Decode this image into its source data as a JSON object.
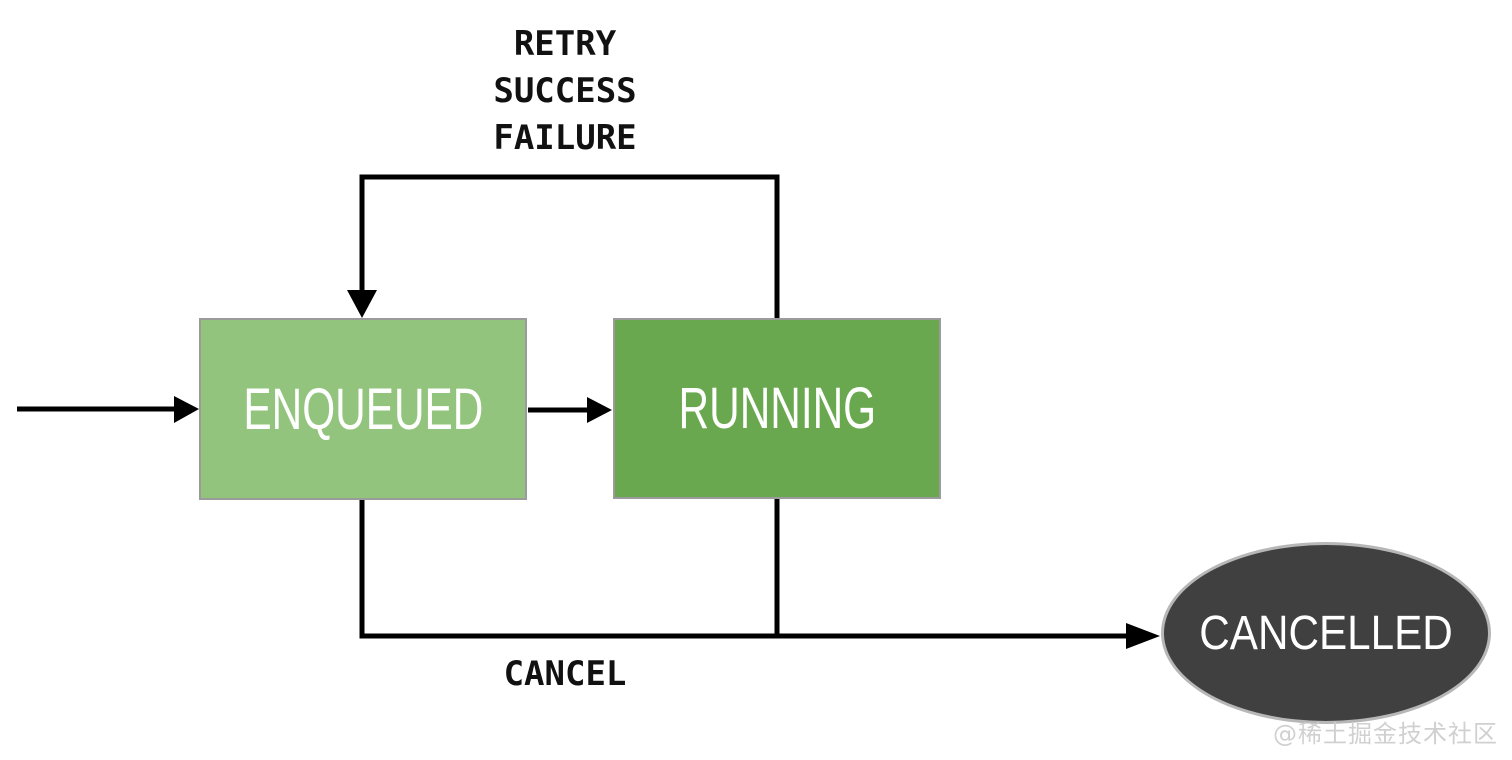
{
  "diagram": {
    "type": "state-machine",
    "states": {
      "enqueued": {
        "label": "ENQUEUED",
        "shape": "rectangle",
        "fill": "#93c47d"
      },
      "running": {
        "label": "RUNNING",
        "shape": "rectangle",
        "fill": "#6aa84f"
      },
      "cancelled": {
        "label": "CANCELLED",
        "shape": "ellipse",
        "fill": "#404040"
      }
    },
    "transitions": {
      "loop_back_labels": [
        "RETRY",
        "SUCCESS",
        "FAILURE"
      ],
      "cancel_label": "CANCEL"
    },
    "colors": {
      "background": "#ffffff",
      "arrow": "#000000",
      "box_border": "#9b9b9b",
      "ellipse_border": "#b7b7b7",
      "state_text": "#ffffff",
      "edge_label_text": "#111111",
      "watermark_text": "#cdcdcd"
    },
    "watermark": "@稀土掘金技术社区"
  }
}
